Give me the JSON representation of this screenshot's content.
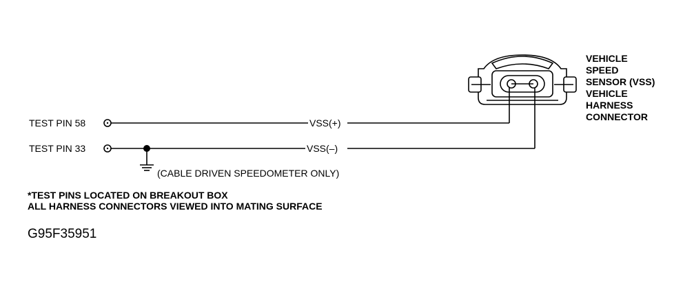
{
  "pins": {
    "pin58": "TEST PIN 58",
    "pin33": "TEST PIN 33"
  },
  "signals": {
    "vss_pos": "VSS(+)",
    "vss_neg": "VSS(–)"
  },
  "ground_note": "(CABLE DRIVEN SPEEDOMETER ONLY)",
  "connector_label": [
    "VEHICLE",
    "SPEED",
    "SENSOR (VSS)",
    "VEHICLE",
    "HARNESS",
    "CONNECTOR"
  ],
  "notes": [
    "*TEST PINS LOCATED ON BREAKOUT BOX",
    "ALL HARNESS CONNECTORS VIEWED INTO MATING SURFACE"
  ],
  "figure_code": "G95F35951"
}
